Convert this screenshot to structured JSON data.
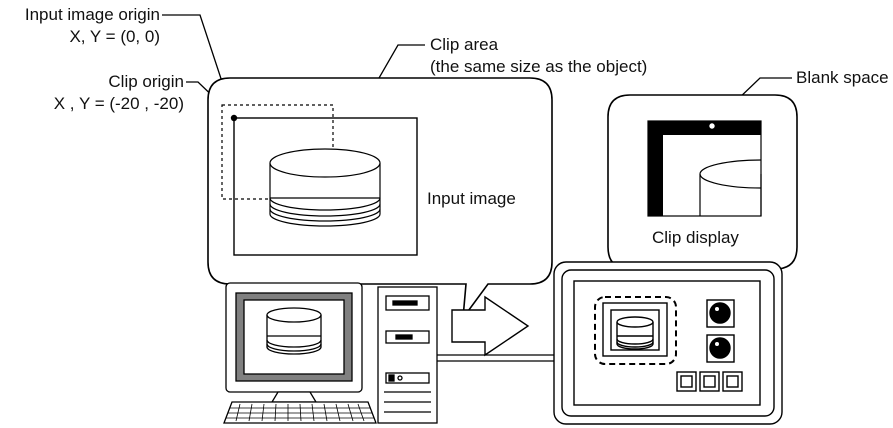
{
  "labels": {
    "input_image_origin": "Input image origin",
    "input_origin_coords": "X, Y = (0, 0)",
    "clip_origin": "Clip origin",
    "clip_origin_coords": "X , Y = (-20 , -20)",
    "clip_area": "Clip area",
    "clip_area_note": "(the same size as the object)",
    "input_image": "Input image",
    "blank_space": "Blank space",
    "clip_display": "Clip display"
  }
}
